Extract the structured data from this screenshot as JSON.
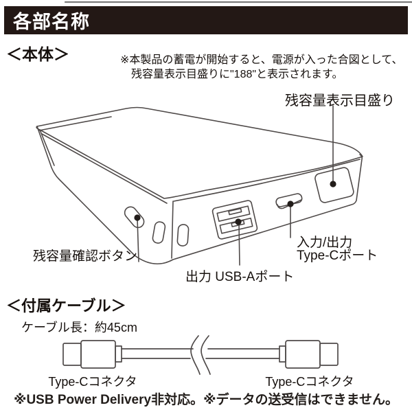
{
  "header": {
    "title": "各部名称"
  },
  "body_section": {
    "heading": "＜本体＞",
    "note": {
      "line1": "※本製品の蓄電が開始すると、電源が入った合図として、",
      "line2": "残容量表示目盛りに\"188\"と表示されます。"
    },
    "callouts": {
      "gauge": "残容量表示目盛り",
      "check_button": "残容量確認ボタン",
      "usb_a_port": "出力 USB-Aポート",
      "type_c_line1": "入力/出力",
      "type_c_line2": "Type-Cポート"
    }
  },
  "cable_section": {
    "heading": "＜付属ケーブル＞",
    "cable_length": "ケーブル長：約45cm",
    "left_connector": "Type-Cコネクタ",
    "right_connector": "Type-Cコネクタ",
    "note": "※USB Power Delivery非対応。※データの送受信はできません。"
  },
  "colors": {
    "header_bg": "#231815",
    "header_text": "#ffffff",
    "line_art": "#4f4a49",
    "dot": "#221d1a"
  }
}
